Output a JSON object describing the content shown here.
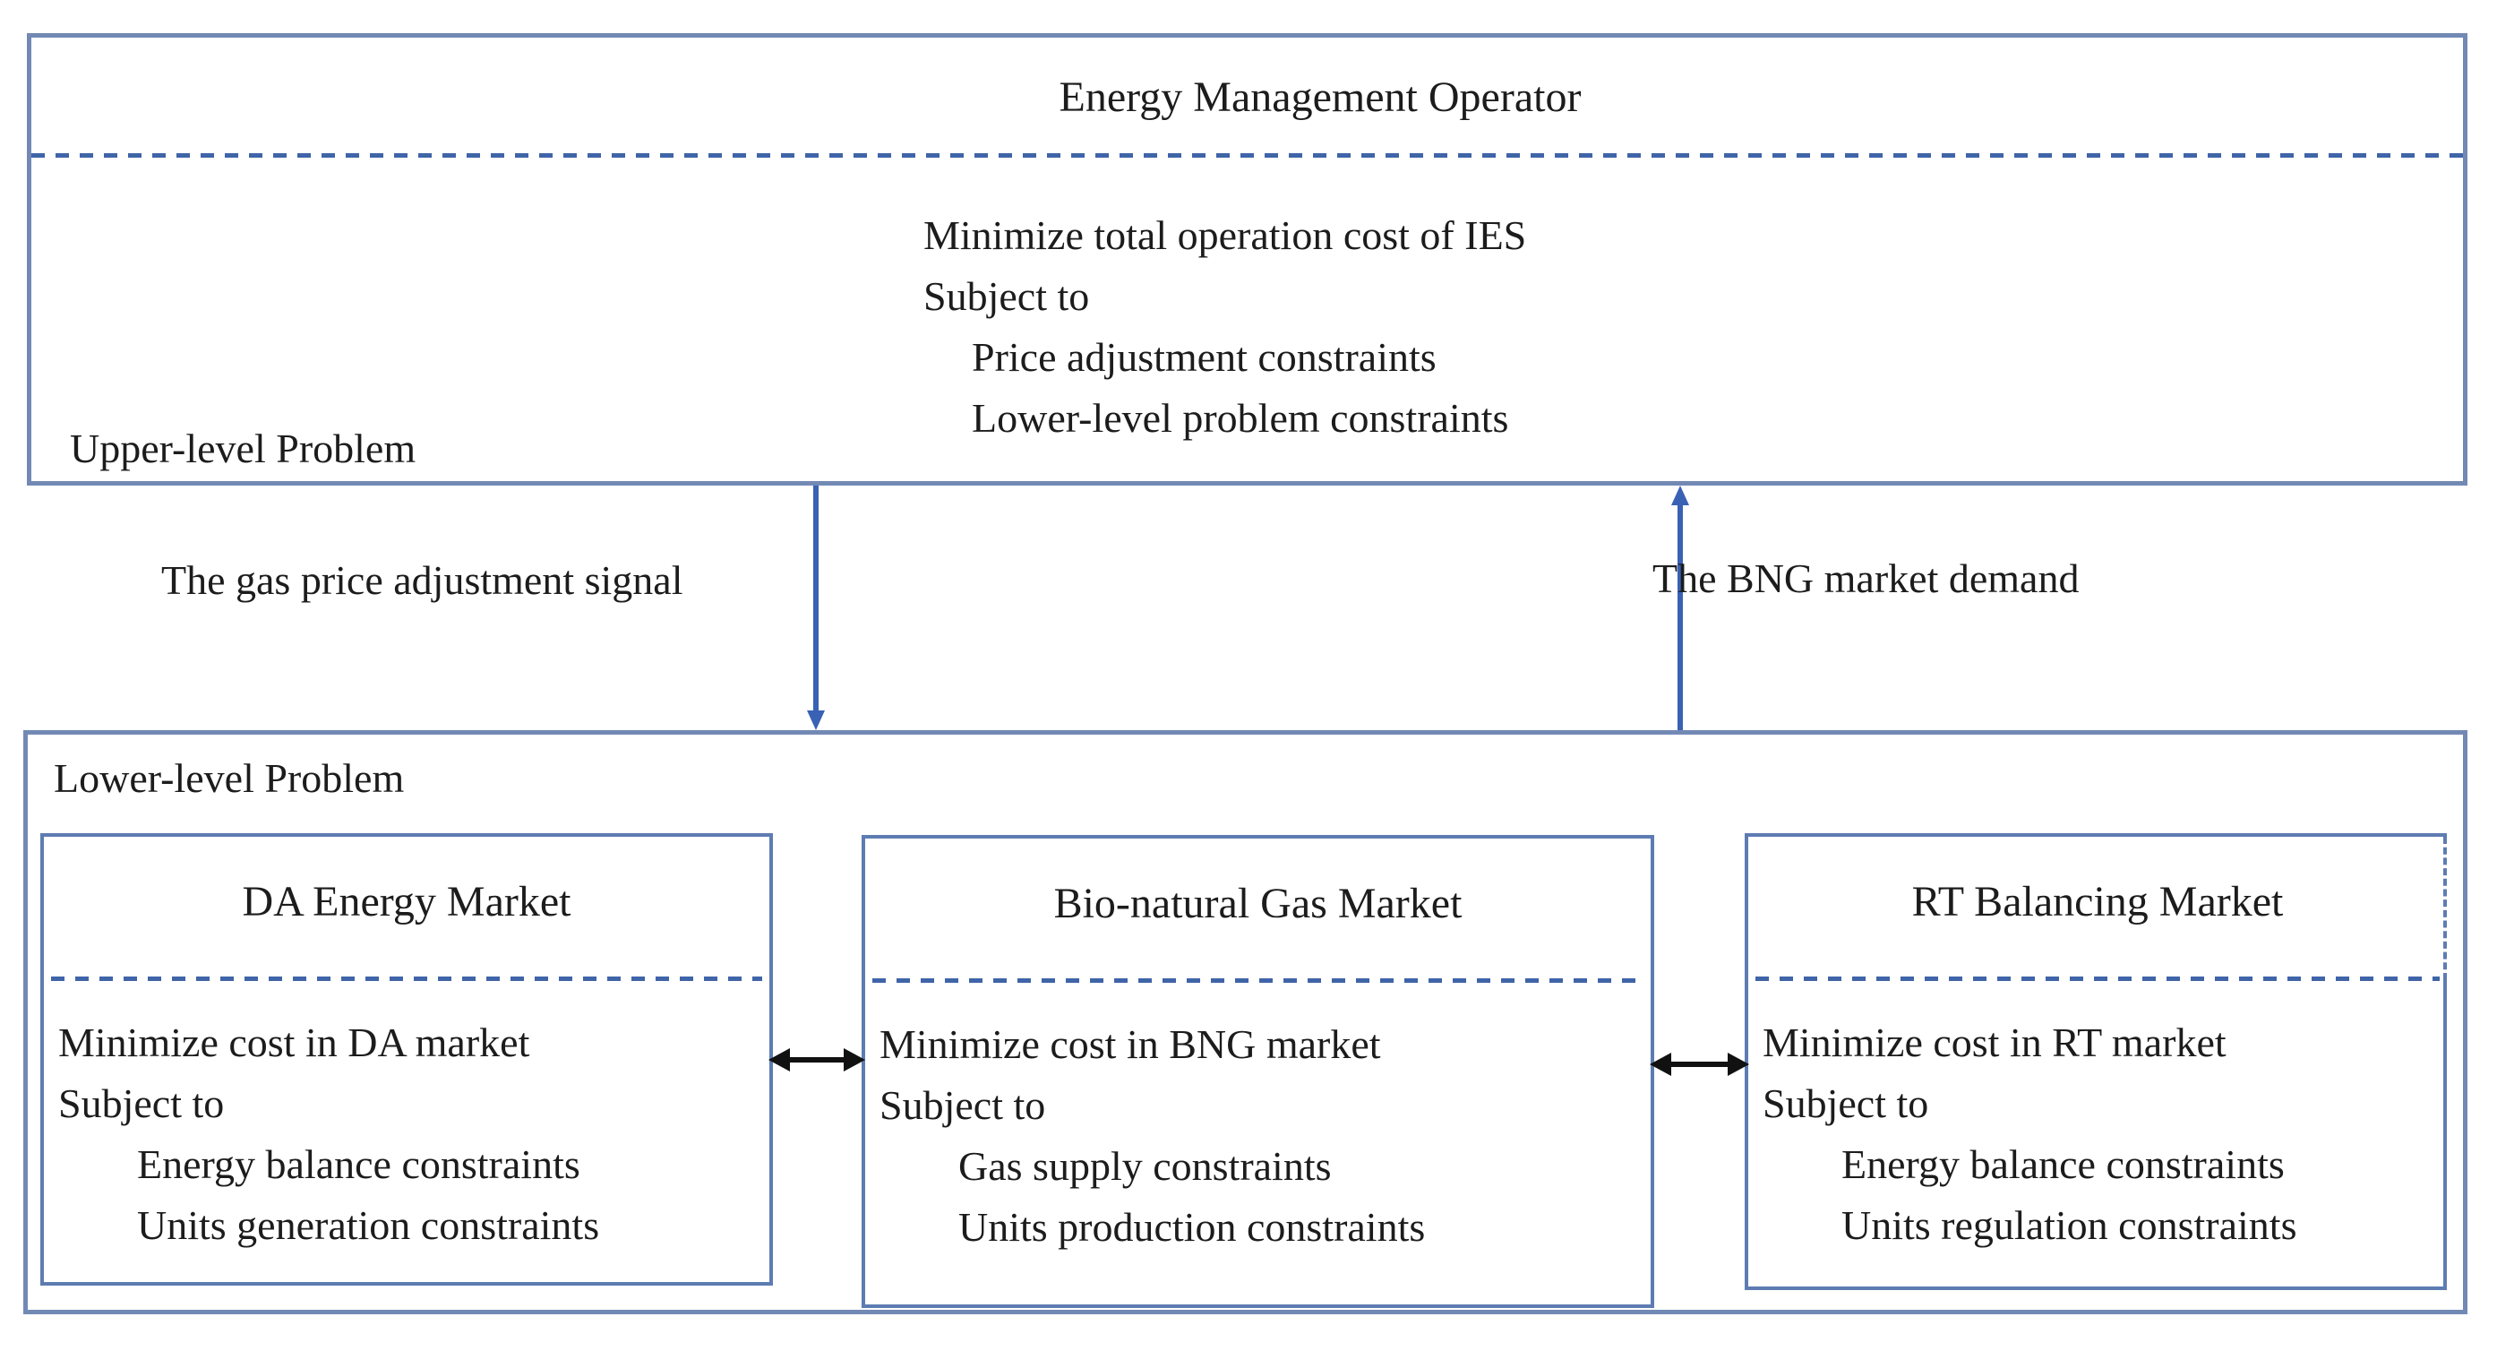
{
  "upper_problem": {
    "title": "Energy Management Operator",
    "corner_label": "Upper-level Problem",
    "objective_lines": [
      "Minimize total operation cost of IES",
      "Subject to",
      "Price adjustment constraints",
      "Lower-level problem constraints"
    ]
  },
  "signals": {
    "downward_label": "The gas price adjustment signal",
    "upward_label": "The BNG market demand"
  },
  "lower_problem": {
    "corner_label": "Lower-level Problem",
    "markets": [
      {
        "title": "DA Energy Market",
        "lines": [
          "Minimize cost in DA market",
          "Subject to",
          "Energy balance constraints",
          "Units generation constraints"
        ]
      },
      {
        "title": "Bio-natural Gas Market",
        "lines": [
          "Minimize cost in BNG market",
          "Subject to",
          "Gas supply constraints",
          "Units production constraints"
        ]
      },
      {
        "title": "RT Balancing Market",
        "lines": [
          "Minimize cost in RT market",
          "Subject to",
          "Energy balance constraints",
          "Units regulation constraints"
        ]
      }
    ]
  },
  "colors": {
    "box_border_outer": "#7289b4",
    "box_border_inner": "#5d7cb2",
    "dashed_divider": "#3f64a8",
    "signal_arrow_blue": "#3961b4",
    "exchange_arrow_black": "#111111",
    "text": "#1c1c1c",
    "background": "#ffffff"
  }
}
